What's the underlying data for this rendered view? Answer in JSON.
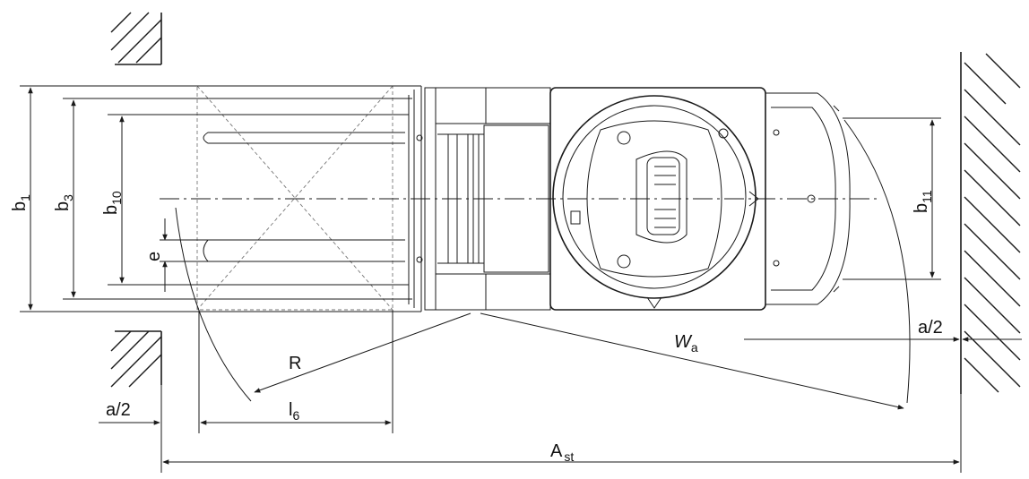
{
  "labels": {
    "b1": "b",
    "b1_sub": "1",
    "b3": "b",
    "b3_sub": "3",
    "b10": "b",
    "b10_sub": "10",
    "b11": "b",
    "b11_sub": "11",
    "e": "e",
    "R": "R",
    "l6": "l",
    "l6_sub": "6",
    "Wa": "W",
    "Wa_sub": "a",
    "a2_left": "a/2",
    "a2_right": "a/2",
    "Ast": "A",
    "Ast_sub": "st"
  }
}
